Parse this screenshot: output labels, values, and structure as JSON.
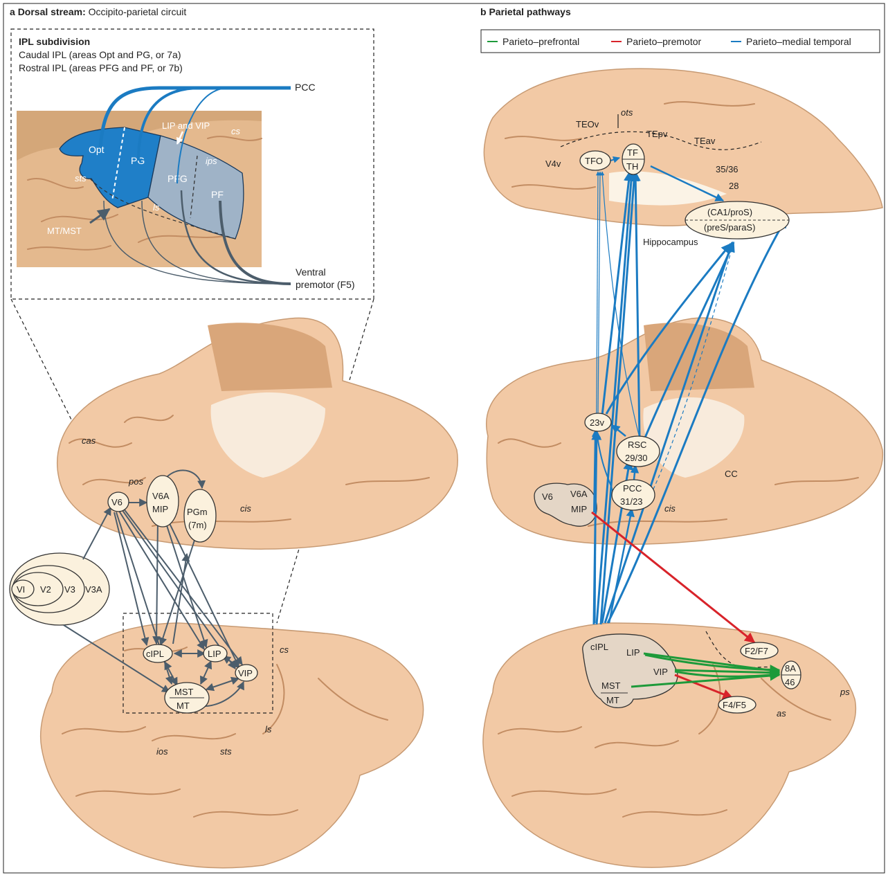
{
  "panel_a": {
    "title_letter": "a",
    "title_bold": "Dorsal stream:",
    "title_rest": " Occipito-parietal circuit",
    "inset": {
      "heading": "IPL subdivision",
      "line1": "Caudal IPL (areas Opt and PG, or 7a)",
      "line2": "Rostral IPL (areas PFG and PF, or 7b)",
      "areas": [
        "Opt",
        "PG",
        "PFG",
        "PF"
      ],
      "pcc_label": "PCC",
      "lip_vip_label": "LIP and VIP",
      "sulci": {
        "cs": "cs",
        "ips": "ips",
        "sts": "sts",
        "ls": "ls"
      },
      "mt_mst_label": "MT/MST",
      "ventral_label_1": "Ventral",
      "ventral_label_2": "premotor (F5)"
    },
    "medial": {
      "sulci": {
        "cas": "cas",
        "pos": "pos",
        "cis": "cis"
      },
      "nodes": {
        "v6": "V6",
        "v6a": "V6A",
        "mip": "MIP",
        "pgm": "PGm",
        "pgm2": "(7m)"
      }
    },
    "visual": {
      "v1": "VI",
      "v2": "V2",
      "v3": "V3",
      "v3a": "V3A"
    },
    "lateral": {
      "nodes": {
        "cipl": "cIPL",
        "lip": "LIP",
        "vip": "VIP",
        "mst": "MST",
        "mt": "MT"
      },
      "sulci": {
        "cs": "cs",
        "ls": "ls",
        "ios": "ios",
        "sts": "sts"
      }
    }
  },
  "panel_b": {
    "title_letter": "b",
    "title_bold": "Parietal pathways",
    "legend": [
      {
        "label": "Parieto–prefrontal",
        "color": "#1d9a3a"
      },
      {
        "label": "Parieto–premotor",
        "color": "#d8232a"
      },
      {
        "label": "Parieto–medial temporal",
        "color": "#1b7bc2"
      }
    ],
    "ventral": {
      "labels": {
        "ots": "ots",
        "teov": "TEOv",
        "tepv": "TEpv",
        "teav": "TEav",
        "v4v": "V4v",
        "a3536": "35/36",
        "a28": "28",
        "hippocampus": "Hippocampus"
      },
      "nodes": {
        "tfo": "TFO",
        "tf": "TF",
        "th": "TH",
        "hc1": "(CA1/proS)",
        "hc2": "(preS/paraS)"
      }
    },
    "medial": {
      "nodes": {
        "a23v": "23v",
        "rsc1": "RSC",
        "rsc2": "29/30",
        "pcc1": "PCC",
        "pcc2": "31/23",
        "v6": "V6",
        "v6a": "V6A",
        "mip": "MIP"
      },
      "labels": {
        "cc": "CC",
        "cis": "cis"
      }
    },
    "lateral": {
      "nodes": {
        "cipl": "cIPL",
        "lip": "LIP",
        "vip": "VIP",
        "mst": "MST",
        "mt": "MT",
        "f2f7": "F2/F7",
        "a8a": "8A",
        "a46": "46",
        "f4f5": "F4/F5"
      },
      "labels": {
        "ps": "ps",
        "as": "as"
      }
    }
  },
  "colors": {
    "pathway_blue": "#1b7bc2",
    "pathway_red": "#d8232a",
    "pathway_green": "#1d9a3a",
    "circuit_grey": "#4c5d6b",
    "caudal_ipl": "#1f7fc8",
    "rostral_ipl": "#9fb3c7"
  }
}
